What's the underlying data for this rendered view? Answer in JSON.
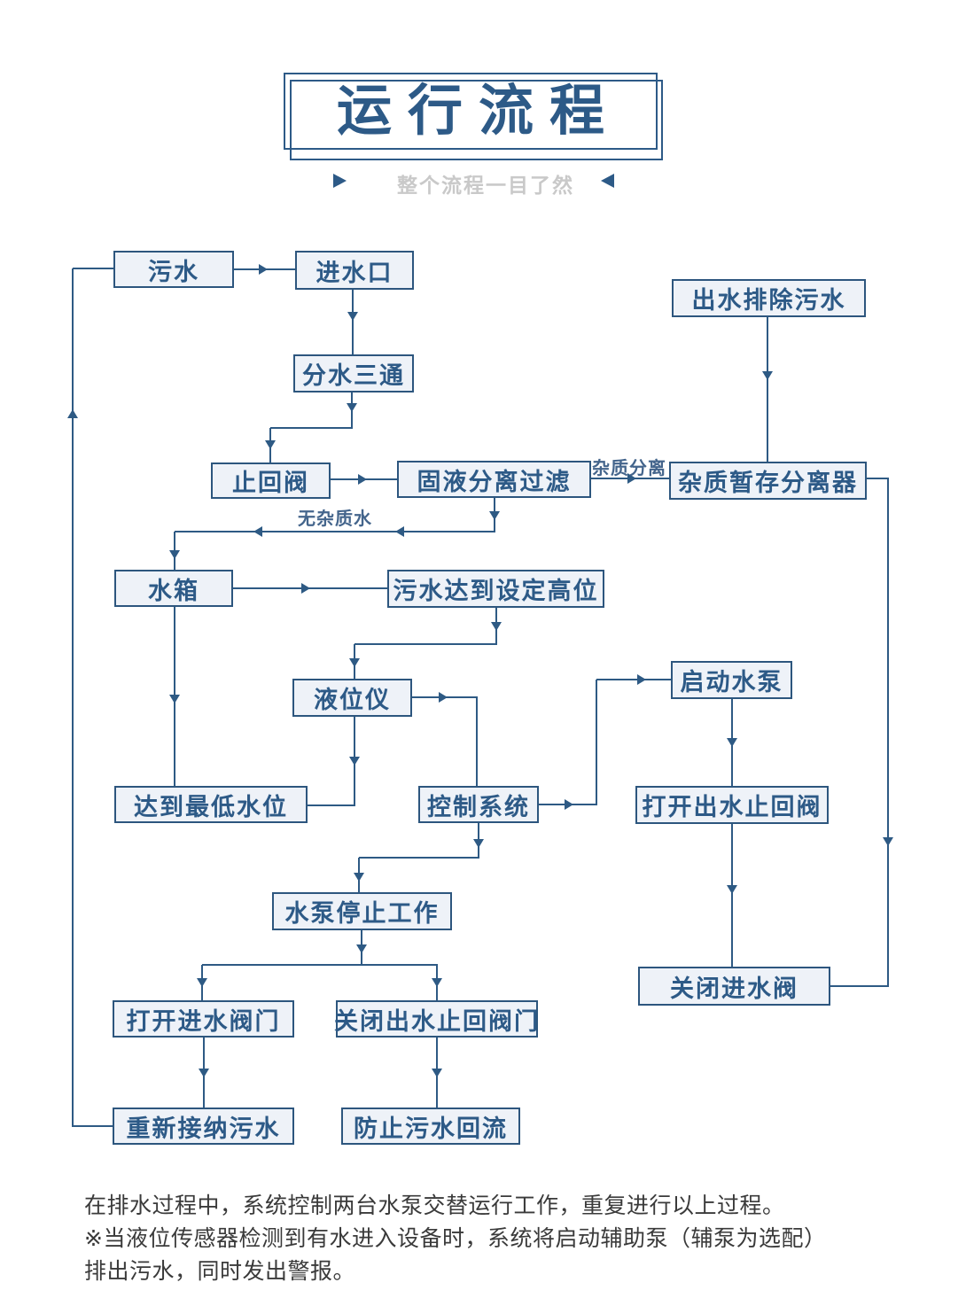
{
  "header": {
    "title": "运行流程",
    "subtitle": "整个流程一目了然"
  },
  "flowchart": {
    "nodes": [
      {
        "id": "wu-shui",
        "label": "污水"
      },
      {
        "id": "jin-shui-kou",
        "label": "进水口"
      },
      {
        "id": "chu-shui-pai-chu-wu-shui",
        "label": "出水排除污水"
      },
      {
        "id": "fen-shui-san-tong",
        "label": "分水三通"
      },
      {
        "id": "zhi-hui-fa",
        "label": "止回阀"
      },
      {
        "id": "gu-ye-fen-li-guo-lv",
        "label": "固液分离过滤"
      },
      {
        "id": "za-zhi-zan-cun-fen-li-qi",
        "label": "杂质暂存分离器"
      },
      {
        "id": "shui-xiang",
        "label": "水箱"
      },
      {
        "id": "wu-shui-da-dao-she-ding-gao-wei",
        "label": "污水达到设定高位"
      },
      {
        "id": "ye-wei-yi",
        "label": "液位仪"
      },
      {
        "id": "qi-dong-shui-beng",
        "label": "启动水泵"
      },
      {
        "id": "da-dao-zui-di-shui-wei",
        "label": "达到最低水位"
      },
      {
        "id": "kong-zhi-xi-tong",
        "label": "控制系统"
      },
      {
        "id": "da-kai-chu-shui-zhi-hui-fa",
        "label": "打开出水止回阀"
      },
      {
        "id": "shui-beng-ting-zhi-gong-zuo",
        "label": "水泵停止工作"
      },
      {
        "id": "guan-bi-jin-shui-fa",
        "label": "关闭进水阀"
      },
      {
        "id": "da-kai-jin-shui-fa-men",
        "label": "打开进水阀门"
      },
      {
        "id": "guan-bi-chu-shui-zhi-hui-fa-men",
        "label": "关闭出水止回阀门"
      },
      {
        "id": "chong-xin-jie-na-wu-shui",
        "label": "重新接纳污水"
      },
      {
        "id": "fang-zhi-wu-shui-hui-liu",
        "label": "防止污水回流"
      }
    ],
    "edge_labels": [
      {
        "id": "za-zhi-fen-li",
        "text": "杂质分离"
      },
      {
        "id": "wu-za-zhi-shui",
        "text": "无杂质水"
      }
    ]
  },
  "footer": {
    "line1": "在排水过程中，系统控制两台水泵交替运行工作，重复进行以上过程。",
    "line2": "※当液位传感器检测到有水进入设备时，系统将启动辅助泵（辅泵为选配）",
    "line3": "排出污水，同时发出警报。"
  },
  "colors": {
    "accent": "#2d5a87",
    "line": "#2e5a84",
    "box_fill": "#eef2f8",
    "box_border": "#2d567e",
    "subtitle": "#c9c9c9",
    "footer": "#3a3a3a"
  }
}
